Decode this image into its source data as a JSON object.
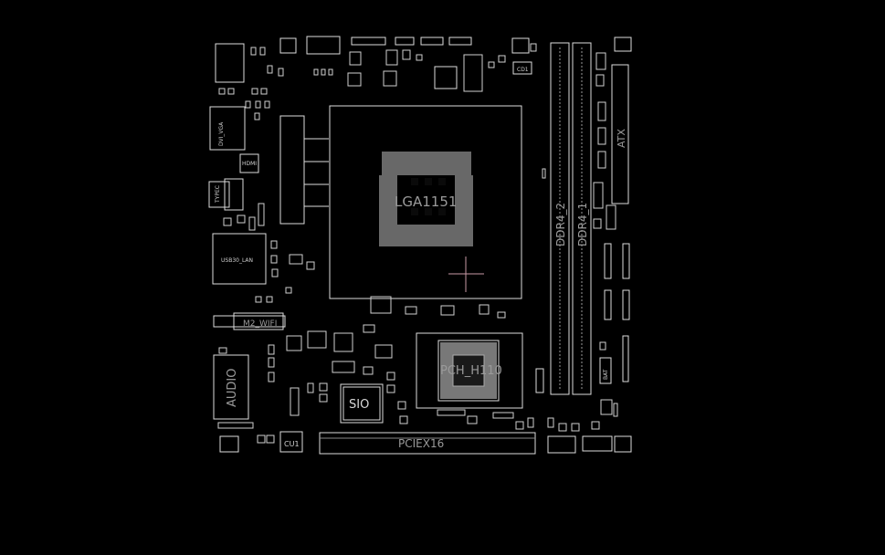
{
  "viewer": {
    "background": "#000000",
    "trace_color": "#e8e8e8",
    "dim_color": "#9a9a9a",
    "marker_color": "#c89aa6"
  },
  "board": {
    "labels": {
      "cpu_socket": "LGA1151",
      "pch": "PCH_H110",
      "sio": "SIO",
      "pcie": "PCIEX16",
      "ddr_a": "DDR4_2",
      "ddr_b": "DDR4_1",
      "atx": "ATX",
      "audio": "AUDIO",
      "m2": "M2_WIFI",
      "usb_lan": "USB30_LAN",
      "dvi": "DVI_VGA",
      "hdmi": "HDMI",
      "typec": "TYPEC",
      "cu1": "CU1",
      "cd1": "CD1",
      "bat": "BAT"
    }
  }
}
